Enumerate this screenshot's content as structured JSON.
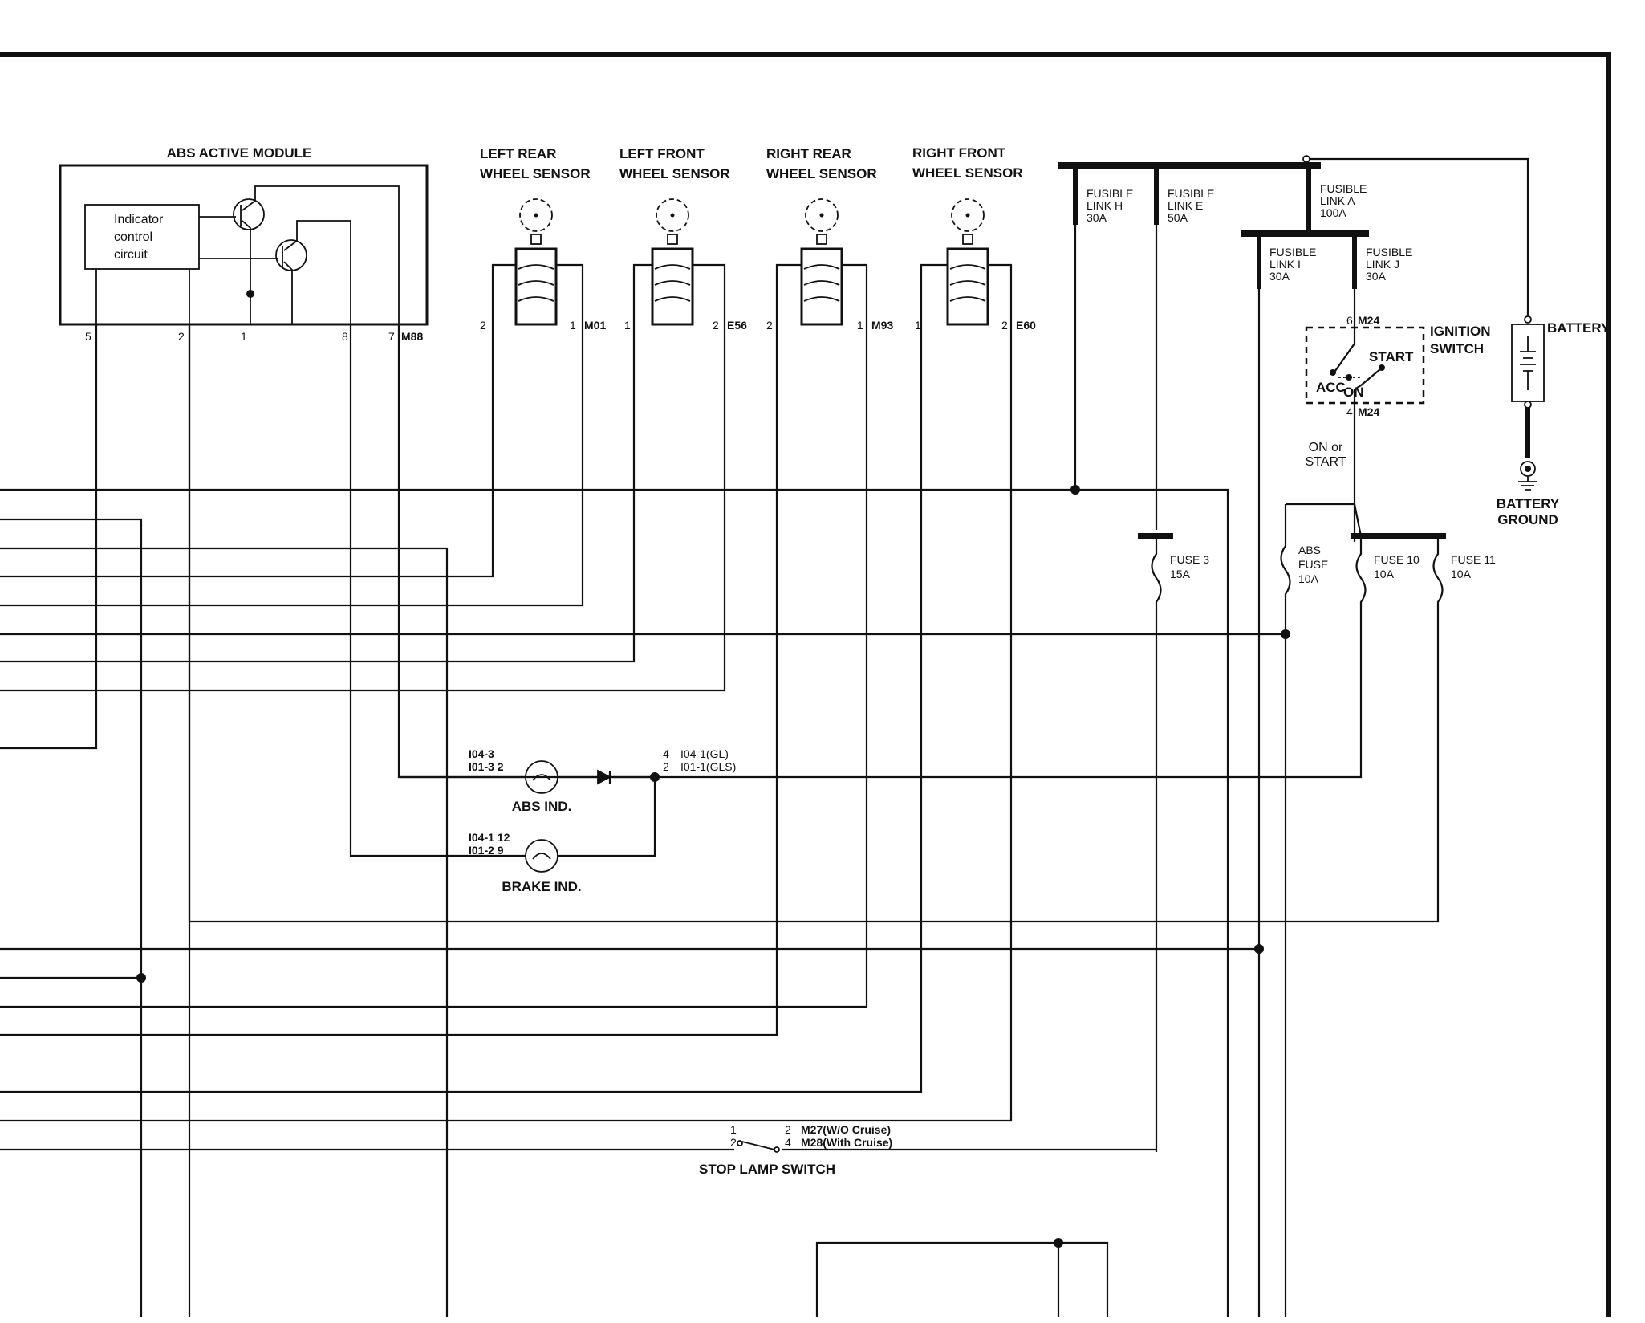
{
  "module": {
    "title": "ABS ACTIVE MODULE",
    "indicator_lines": [
      "Indicator",
      "control",
      "circuit"
    ],
    "pins": [
      "5",
      "2",
      "1",
      "8",
      "7"
    ],
    "connector": "M88"
  },
  "sensors": [
    {
      "title1": "LEFT REAR",
      "title2": "WHEEL SENSOR",
      "pin_left": "2",
      "pin_right": "1",
      "connector": "M01"
    },
    {
      "title1": "LEFT FRONT",
      "title2": "WHEEL SENSOR",
      "pin_left": "1",
      "pin_right": "2",
      "connector": "E56"
    },
    {
      "title1": "RIGHT REAR",
      "title2": "WHEEL SENSOR",
      "pin_left": "2",
      "pin_right": "1",
      "connector": "M93"
    },
    {
      "title1": "RIGHT FRONT",
      "title2": "WHEEL SENSOR",
      "pin_left": "1",
      "pin_right": "2",
      "connector": "E60"
    }
  ],
  "fusible_links": [
    {
      "name": "FUSIBLE",
      "line2": "LINK H",
      "rating": "30A"
    },
    {
      "name": "FUSIBLE",
      "line2": "LINK E",
      "rating": "50A"
    },
    {
      "name": "FUSIBLE",
      "line2": "LINK A",
      "rating": "100A"
    },
    {
      "name": "FUSIBLE",
      "line2": "LINK I",
      "rating": "30A"
    },
    {
      "name": "FUSIBLE",
      "line2": "LINK J",
      "rating": "30A"
    }
  ],
  "battery": {
    "label": "BATTERY",
    "ground1": "BATTERY",
    "ground2": "GROUND"
  },
  "ignition": {
    "title1": "IGNITION",
    "title2": "SWITCH",
    "pin_top": "6",
    "pin_bottom": "4",
    "connector": "M24",
    "start": "START",
    "acc": "ACC",
    "on": "ON",
    "on_or": "ON or",
    "start2": "START"
  },
  "fuses": [
    {
      "name": "FUSE 3",
      "rating": "15A"
    },
    {
      "name": "ABS",
      "line2": "FUSE",
      "rating": "10A"
    },
    {
      "name": "FUSE 10",
      "rating": "10A"
    },
    {
      "name": "FUSE 11",
      "rating": "10A"
    }
  ],
  "abs_ind": {
    "label": "ABS IND.",
    "left1": "I04-3",
    "left2": "I01-3 2",
    "right_pin1": "4",
    "right_pin2": "2",
    "right1": "I04-1(GL)",
    "right2": "I01-1(GLS)"
  },
  "brake_ind": {
    "label": "BRAKE IND.",
    "left1": "I04-1 12",
    "left2": "I01-2 9"
  },
  "stop_lamp": {
    "label": "STOP LAMP SWITCH",
    "pin1": "1",
    "pin2": "2",
    "rpin1": "2",
    "rpin2": "4",
    "conn1": "M27(W/O Cruise)",
    "conn2": "M28(With Cruise)"
  }
}
